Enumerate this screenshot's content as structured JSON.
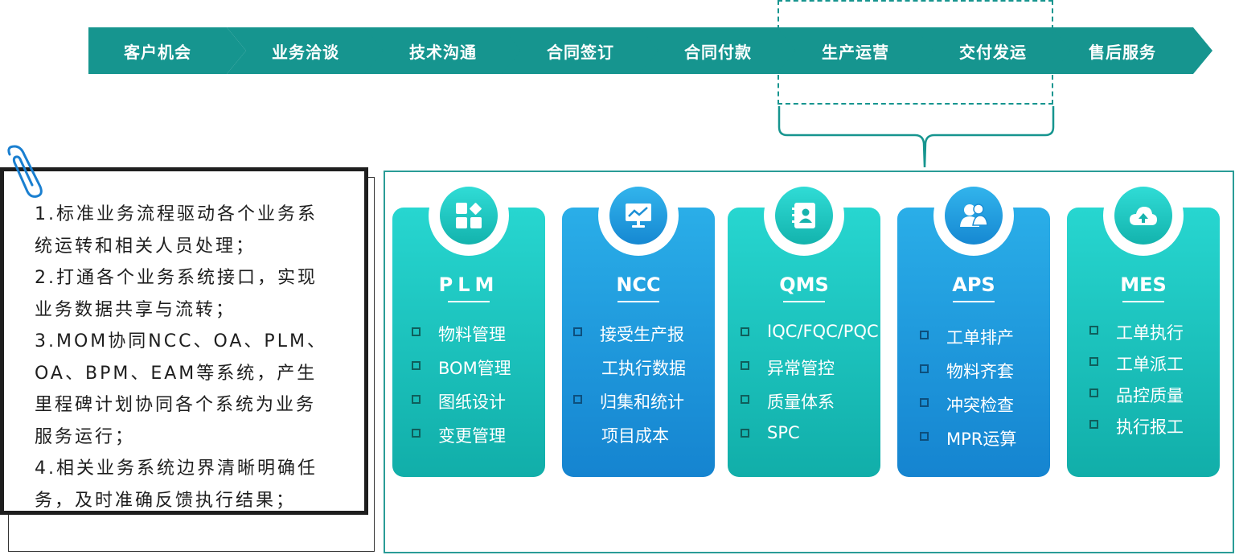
{
  "process": {
    "steps": [
      "客户机会",
      "业务洽谈",
      "技术沟通",
      "合同签订",
      "合同付款",
      "生产运营",
      "交付发运",
      "售后服务"
    ],
    "color": "#16958f"
  },
  "note": {
    "lines": [
      "1.标准业务流程驱动各个业务系",
      "统运转和相关人员处理；",
      "2.打通各个业务系统接口，实现",
      "业务数据共享与流转；",
      "3.MOM协同NCC、OA、PLM、",
      "OA、BPM、EAM等系统，产生",
      "里程碑计划协同各个系统为业务",
      "服务运行；",
      "4.相关业务系统边界清晰明确任",
      "务，及时准确反馈执行结果；"
    ]
  },
  "modules": [
    {
      "title": "PLM",
      "icon": "grid-apps-icon",
      "items": [
        "物料管理",
        "BOM管理",
        "图纸设计",
        "变更管理"
      ]
    },
    {
      "title": "NCC",
      "icon": "chart-monitor-icon",
      "items": [
        "接受生产报",
        "工执行数据",
        "归集和统计",
        "项目成本"
      ]
    },
    {
      "title": "QMS",
      "icon": "id-card-icon",
      "items": [
        "IQC/FQC/PQC",
        "异常管控",
        "质量体系",
        "SPC"
      ]
    },
    {
      "title": "APS",
      "icon": "users-icon",
      "items": [
        "工单排产",
        "物料齐套",
        "冲突检查",
        "MPR运算"
      ]
    },
    {
      "title": "MES",
      "icon": "cloud-upload-icon",
      "items": [
        "工单执行",
        "工单派工",
        "品控质量",
        "执行报工"
      ]
    }
  ],
  "colors": {
    "teal": "#1fc9c3",
    "blue": "#1f9cdf",
    "border": "#2a9c97"
  }
}
